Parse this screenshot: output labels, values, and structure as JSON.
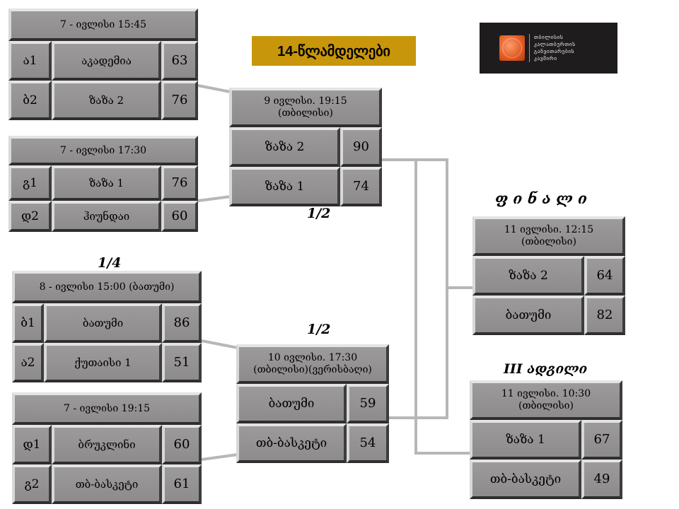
{
  "title": "14-წლამდელები",
  "logo": {
    "text": "თბილისის\nკალათბურთის\nგანვითარების\nკავშირი",
    "icon": "basketball-icon",
    "background": "#1f1c1d",
    "accent": "#e05a22"
  },
  "stages": {
    "quarter": "1/4",
    "semi_top": "1/2",
    "semi_bottom": "1/2",
    "final": "ფ ი ნ ა ლ ი",
    "third": "III ადგილი"
  },
  "colors": {
    "title_bg": "#c8960a",
    "cell_bg": "#8d8b8b",
    "connector": "#b7b7b7"
  },
  "games": [
    {
      "header": "7 - ივლისი 15:45",
      "rows": [
        {
          "seed": "ა1",
          "team": "აკადემია",
          "score": "63"
        },
        {
          "seed": "ბ2",
          "team": "ზაზა 2",
          "score": "76"
        }
      ]
    },
    {
      "header": "7 - ივლისი 17:30",
      "rows": [
        {
          "seed": "გ1",
          "team": "ზაზა 1",
          "score": "76"
        },
        {
          "seed": "დ2",
          "team": "ჰიუნდაი",
          "score": "60"
        }
      ]
    },
    {
      "header": "8 - ივლისი 15:00 (ბათუმი)",
      "rows": [
        {
          "seed": "ბ1",
          "team": "ბათუმი",
          "score": "86"
        },
        {
          "seed": "ა2",
          "team": "ქუთაისი 1",
          "score": "51"
        }
      ]
    },
    {
      "header": "7 - ივლისი 19:15",
      "rows": [
        {
          "seed": "დ1",
          "team": "ბრუკლინი",
          "score": "60"
        },
        {
          "seed": "გ2",
          "team": "თბ-ბასკეტი",
          "score": "61"
        }
      ]
    },
    {
      "header": "9 ივლისი. 19:15\n(თბილისი)",
      "rows": [
        {
          "team": "ზაზა 2",
          "score": "90"
        },
        {
          "team": "ზაზა 1",
          "score": "74"
        }
      ]
    },
    {
      "header": "10 ივლისი. 17:30\n(თბილისი)(ვერისბაღი)",
      "rows": [
        {
          "team": "ბათუმი",
          "score": "59"
        },
        {
          "team": "თბ-ბასკეტი",
          "score": "54"
        }
      ]
    },
    {
      "header": "11 ივლისი. 12:15\n(თბილისი)",
      "rows": [
        {
          "team": "ზაზა 2",
          "score": "64"
        },
        {
          "team": "ბათუმი",
          "score": "82"
        }
      ]
    },
    {
      "header": "11 ივლისი. 10:30\n(თბილისი)",
      "rows": [
        {
          "team": "ზაზა 1",
          "score": "67"
        },
        {
          "team": "თბ-ბასკეტი",
          "score": "49"
        }
      ]
    }
  ]
}
